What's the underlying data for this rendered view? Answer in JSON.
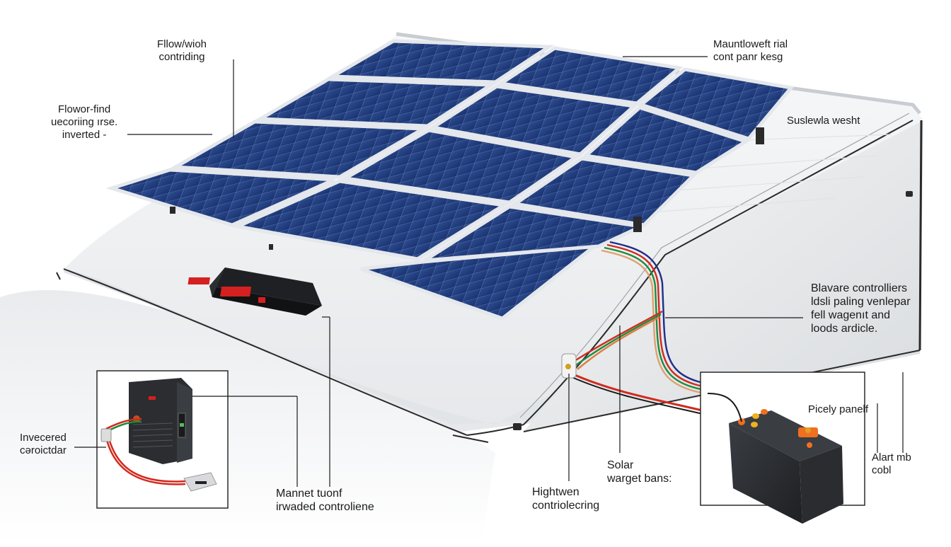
{
  "diagram": {
    "type": "rooftop-solar-system-illustration",
    "colors": {
      "background": "#ffffff",
      "panel_cell": "#1f3b78",
      "panel_cell_light": "#2c4c8f",
      "panel_frame": "#e4e7ec",
      "roof_body": "#eef0f2",
      "roof_edge": "#2a2a2a",
      "device_body": "#2b2d30",
      "controller_display": "#d42020",
      "battery_terminal": "#f07020",
      "wire_red": "#d22a1e",
      "wire_green": "#1e8a3c",
      "wire_blue": "#1e2e8a",
      "wire_black": "#1a1a1a",
      "callout_line": "#1a1a1a"
    },
    "labels": {
      "top_left": {
        "lines": [
          "Fllow/wioh",
          "contriding"
        ]
      },
      "left_mid": {
        "lines": [
          "Flowor-find",
          "uecoriing ırse.",
          "inverted  -"
        ]
      },
      "top_right": {
        "lines": [
          "Mauntloweft rial",
          "cont panr kesg"
        ]
      },
      "right_roof": {
        "lines": [
          "Suslewla wesht"
        ]
      },
      "right_mid": {
        "lines": [
          "Blavare controlliers",
          "ldsli paling venlepar",
          "fell wagenıt and",
          "loods ardicle."
        ]
      },
      "battery_label": {
        "lines": [
          "Picely panelf"
        ]
      },
      "battery_side": {
        "lines": [
          "Alart mb",
          "cobl"
        ]
      },
      "inverter_label": {
        "lines": [
          "Invecered",
          "cəroictdar"
        ]
      },
      "bottom_center": {
        "lines": [
          "Mannet tuonf",
          "irwaded controliene"
        ]
      },
      "bottom_right_a": {
        "lines": [
          "Hightwen",
          "contriolecring"
        ]
      },
      "bottom_right_b": {
        "lines": [
          "Solar",
          "warget bans:"
        ]
      }
    },
    "components": [
      {
        "name": "solar-panel-array",
        "panels": 12
      },
      {
        "name": "roof-mounted-controller"
      },
      {
        "name": "inverter-inset"
      },
      {
        "name": "battery-inset"
      },
      {
        "name": "wire-bundle"
      },
      {
        "name": "roof-entry-gland"
      }
    ]
  }
}
